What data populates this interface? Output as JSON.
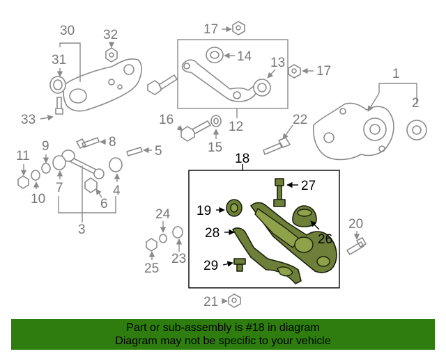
{
  "diagram": {
    "callouts": {
      "c1": "1",
      "c2": "2",
      "c3": "3",
      "c4": "4",
      "c5": "5",
      "c6": "6",
      "c7": "7",
      "c8": "8",
      "c9": "9",
      "c10": "10",
      "c11": "11",
      "c12": "12",
      "c13": "13",
      "c14": "14",
      "c15": "15",
      "c16": "16",
      "c17a": "17",
      "c17b": "17",
      "c18": "18",
      "c19": "19",
      "c20": "20",
      "c21": "21",
      "c22": "22",
      "c23": "23",
      "c24": "24",
      "c25": "25",
      "c26": "26",
      "c27": "27",
      "c28": "28",
      "c29": "29",
      "c30": "30",
      "c31": "31",
      "c32": "32",
      "c33": "33"
    },
    "highlight_color": "#6e7f3a",
    "part_color": "#8a8a8a"
  },
  "banner": {
    "line1": "Part or sub-assembly is #18 in diagram",
    "line2": "Diagram may not be specific to your vehicle",
    "background": "#2e7d0e"
  }
}
